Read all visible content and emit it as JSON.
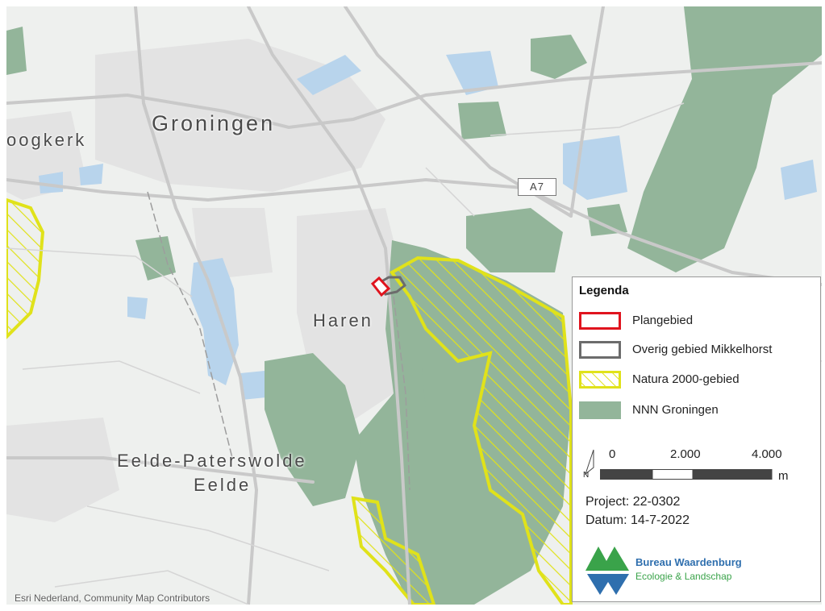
{
  "map": {
    "places": {
      "groningen": "Groningen",
      "hoogkerk": "oogkerk",
      "haren": "Haren",
      "eelde_paterswolde": "Eelde-Paterswolde",
      "eelde": "Eelde"
    },
    "road_shield": "A7",
    "attribution": "Esri Nederland, Community Map Contributors",
    "colors": {
      "background": "#eef0ee",
      "nnn": "#93b59a",
      "natura_outline": "#e0e21a",
      "plangebied": "#e0141e",
      "overig": "#6c6c6c",
      "water": "#b8d4ec",
      "road": "#c9c9c9"
    }
  },
  "legend": {
    "title": "Legenda",
    "items": [
      {
        "label": "Plangebied"
      },
      {
        "label": "Overig gebied Mikkelhorst"
      },
      {
        "label": "Natura 2000-gebied"
      },
      {
        "label": "NNN Groningen"
      }
    ],
    "scale": {
      "ticks": [
        "0",
        "2.000",
        "4.000"
      ],
      "unit": "m",
      "north": "N"
    },
    "project": "Project: 22-0302",
    "datum": "Datum: 14-7-2022",
    "logo": {
      "line1": "Bureau Waardenburg",
      "line2": "Ecologie & Landschap"
    }
  }
}
